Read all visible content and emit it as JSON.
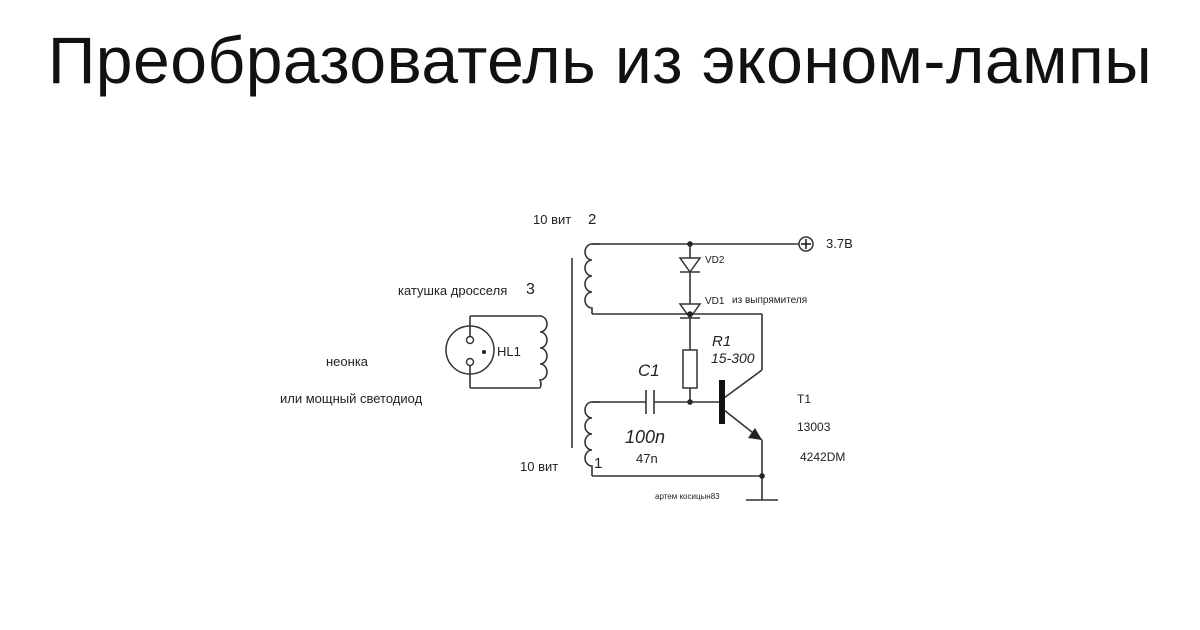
{
  "title": "Преобразователь из эконом-лампы",
  "labels": {
    "winding2_turns": "10 вит",
    "winding2_num": "2",
    "winding1_turns": "10 вит",
    "winding1_num": "1",
    "choke_coil": "катушка дросселя",
    "winding3_num": "3",
    "neon": "неонка",
    "led_alt": "или мощный светодиод",
    "hl1": "HL1",
    "vd2": "VD2",
    "vd1": "VD1",
    "from_rectifier": "из выпрямителя",
    "supply_plus": "+",
    "supply_voltage": "3.7В",
    "r1_name": "R1",
    "r1_value": "15-300",
    "c1_name": "C1",
    "c1_value": "100n",
    "c1_value_alt": "47n",
    "t1_name": "T1",
    "t1_type1": "13003",
    "t1_type2": "4242DM",
    "author": "артем косицын83"
  }
}
